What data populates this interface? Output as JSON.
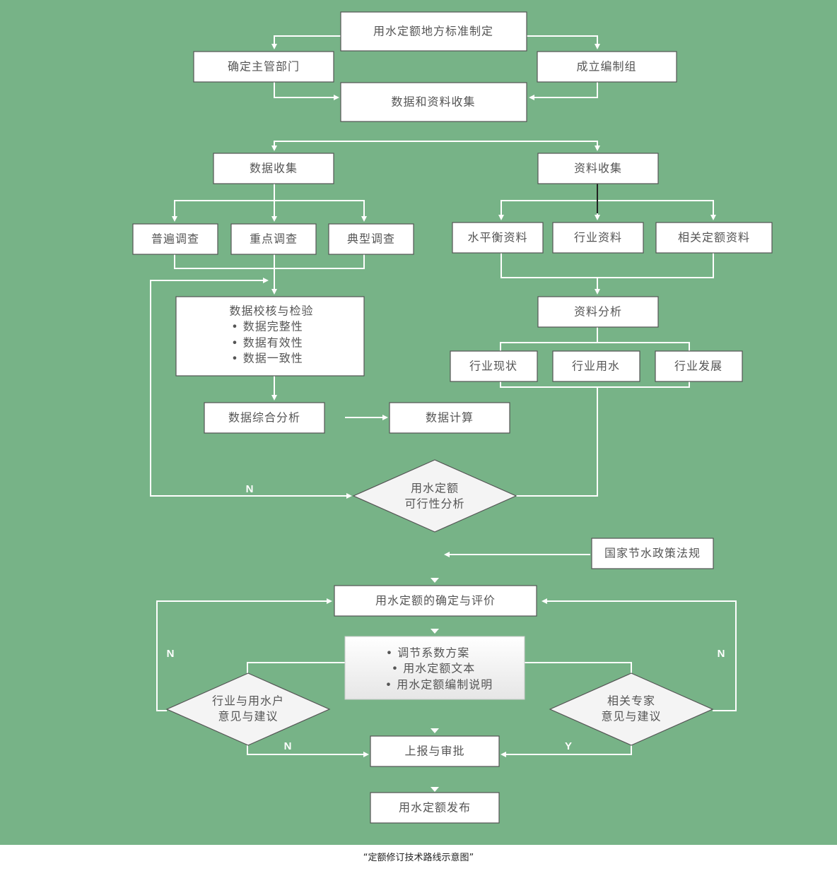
{
  "colors": {
    "background": "#77b387",
    "box": "#ffffff",
    "text": "#555555",
    "line": "#ffffff"
  },
  "nodes": {
    "root": "用水定额地方标准制定",
    "dept": "确定主管部门",
    "group": "成立编制组",
    "collect": "数据和资料收集",
    "data_collect": "数据收集",
    "material_collect": "资料收集",
    "survey_general": "普遍调查",
    "survey_key": "重点调查",
    "survey_typical": "典型调查",
    "water_balance": "水平衡资料",
    "industry_material": "行业资料",
    "related_quota": "相关定额资料",
    "verify_title": "数据校核与检验",
    "verify_items": [
      "• 数据完整性",
      "• 数据有效性",
      "• 数据一致性"
    ],
    "material_analysis": "资料分析",
    "industry_status": "行业现状",
    "industry_water": "行业用水",
    "industry_dev": "行业发展",
    "data_analysis": "数据综合分析",
    "data_calc": "数据计算",
    "feasibility": [
      "用水定额",
      "可行性分析"
    ],
    "policy": "国家节水政策法规",
    "determine": "用水定额的确定与评价",
    "outputs": [
      "• 调节系数方案",
      "• 用水定额文本",
      "• 用水定额编制说明"
    ],
    "users_opinion": [
      "行业与用水户",
      "意见与建议"
    ],
    "expert_opinion": [
      "相关专家",
      "意见与建议"
    ],
    "approve": "上报与审批",
    "publish": "用水定额发布"
  },
  "edge_labels": {
    "n1": "N",
    "n2": "N",
    "n3": "N",
    "n4": "N",
    "y1": "Y"
  },
  "caption": "“定额修订技术路线示意图”"
}
